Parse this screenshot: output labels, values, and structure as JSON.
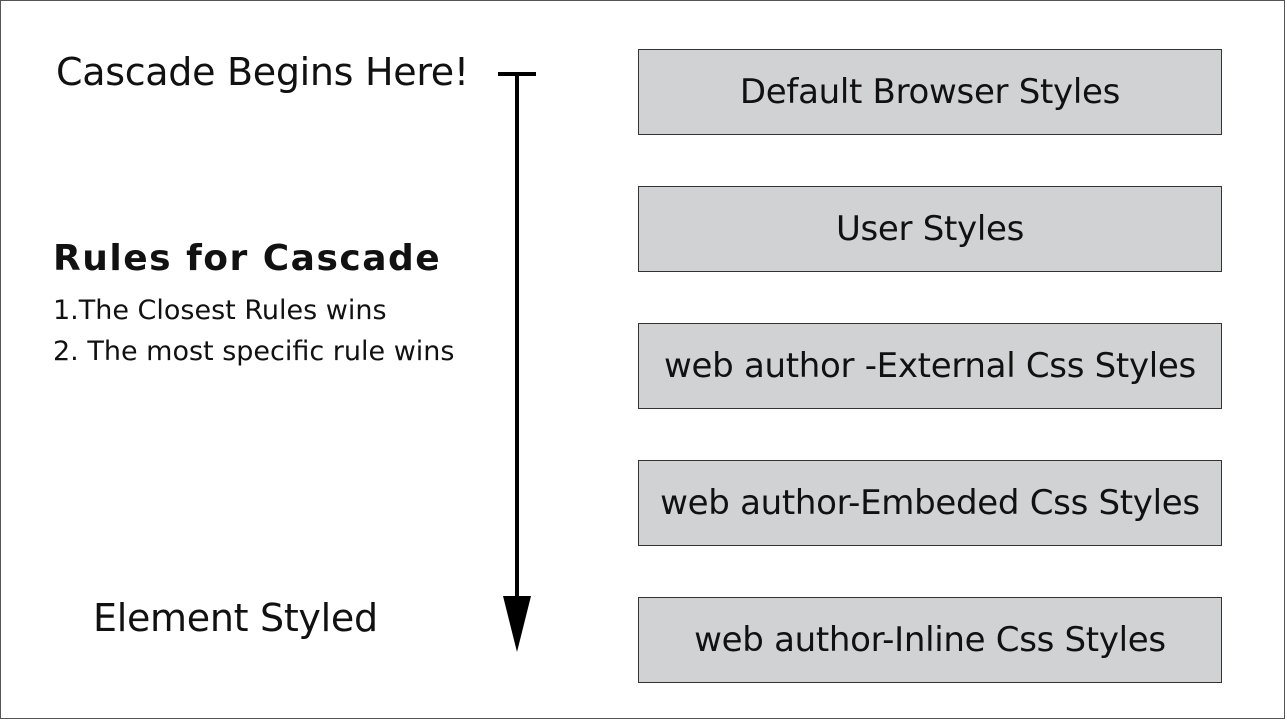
{
  "start_label": "Cascade Begins Here!",
  "end_label": "Element Styled",
  "rules": {
    "heading": "Rules for Cascade",
    "items": [
      "1.The Closest Rules wins",
      "2. The most specific rule wins"
    ]
  },
  "layers": [
    "Default Browser Styles",
    "User Styles",
    "web author -External Css Styles",
    "web author-Embeded Css Styles",
    "web author-Inline Css Styles"
  ],
  "colors": {
    "box_fill": "#d1d2d4",
    "box_border": "#333333",
    "arrow": "#000000"
  }
}
